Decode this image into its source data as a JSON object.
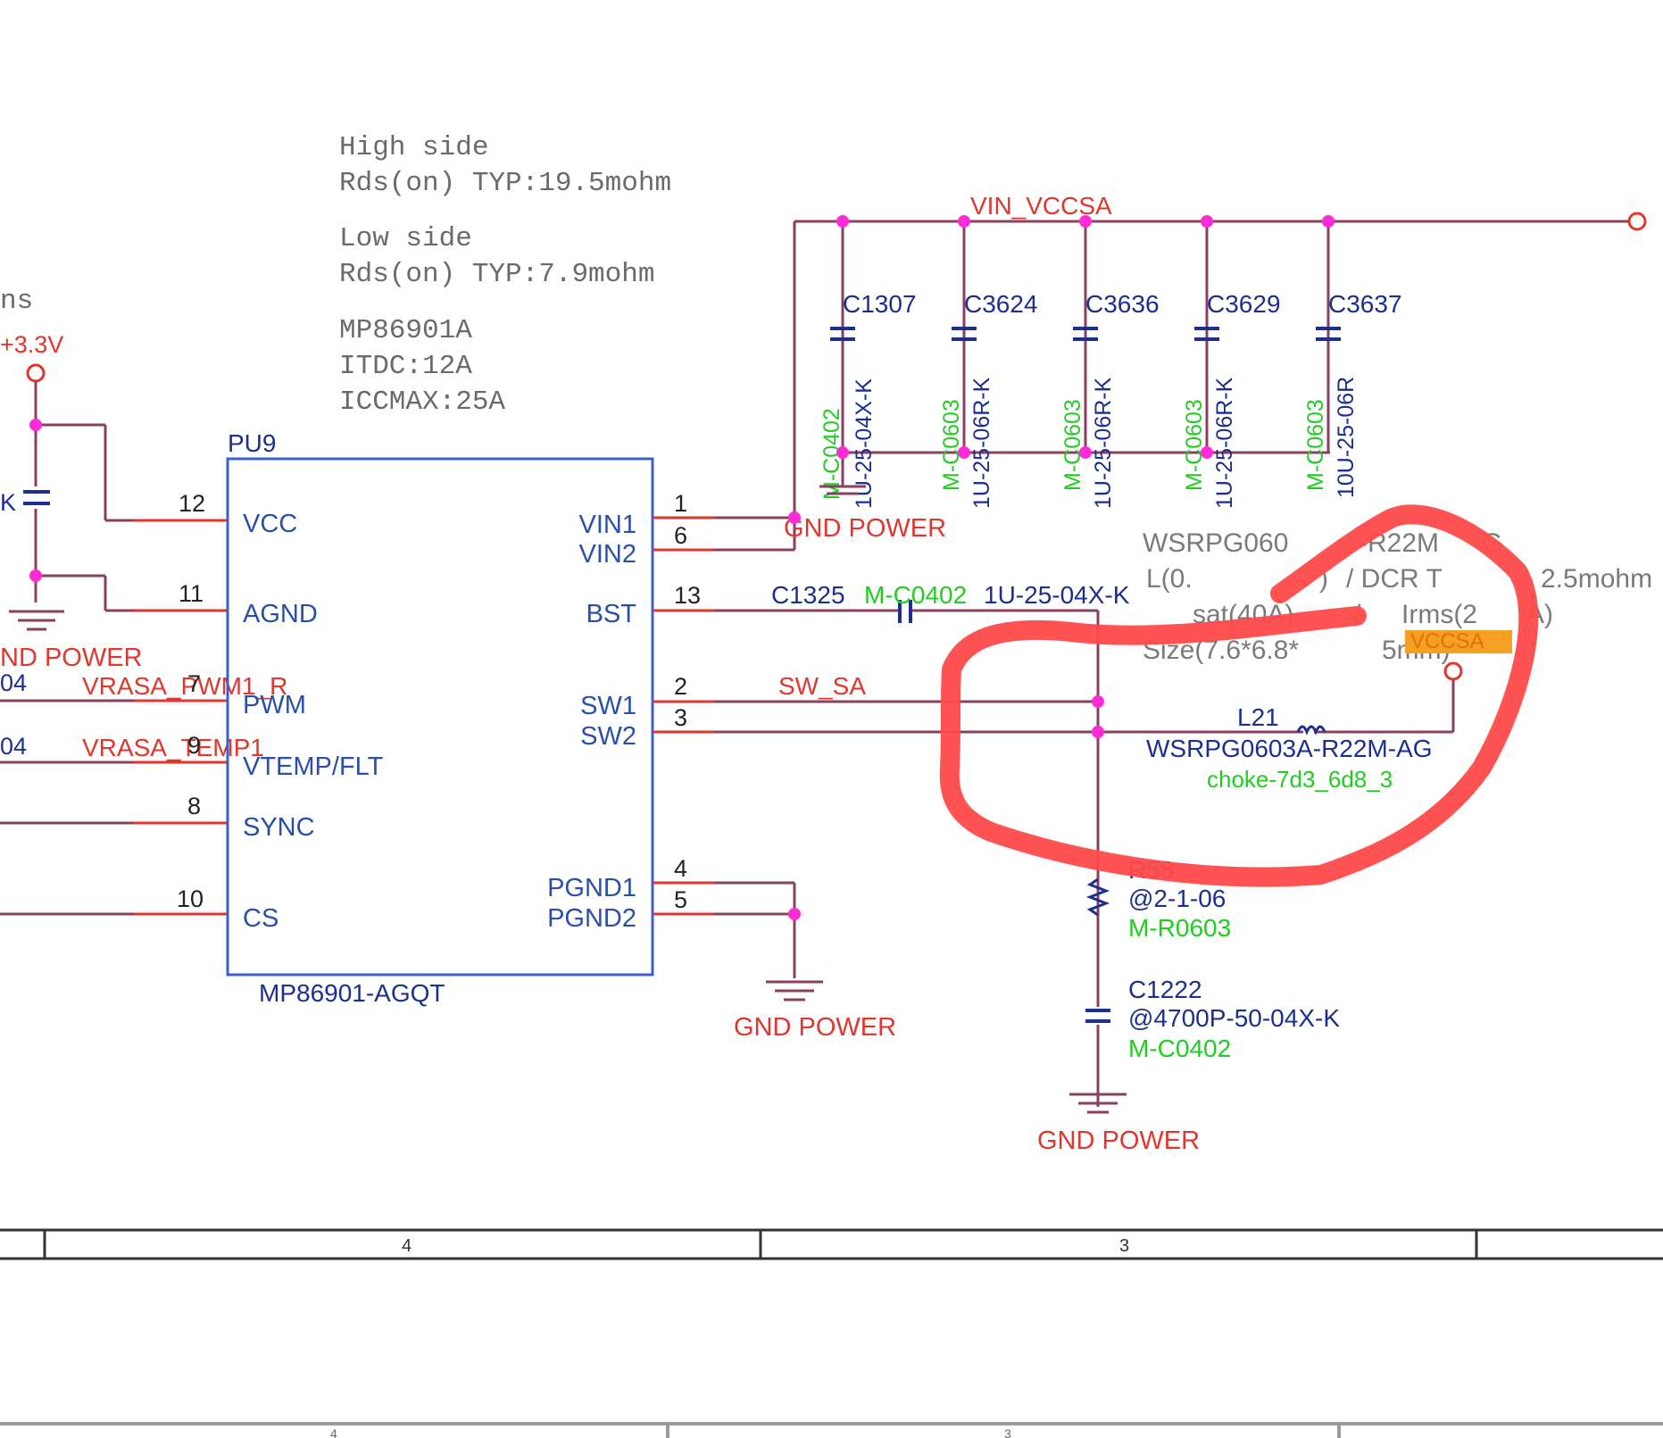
{
  "notes": {
    "lines": [
      "High side",
      "Rds(on) TYP:19.5mohm",
      "Low side",
      "Rds(on) TYP:7.9mohm",
      "MP86901A",
      "ITDC:12A",
      "ICCMAX:25A"
    ]
  },
  "inductor_notes": {
    "lines": [
      "WSRPG060",
      "-R22M",
      "G",
      "L(0.",
      ")",
      "/ DCR T",
      "2.5mohm",
      "sat(40A)",
      "/",
      "Irms(2",
      "A)",
      "Size(7.6*6.8*",
      "5mm)"
    ],
    "highlight": "VCCSA"
  },
  "ic": {
    "refdes": "PU9",
    "part": "MP86901-AGQT",
    "left_pins": [
      {
        "num": "12",
        "name": "VCC"
      },
      {
        "num": "11",
        "name": "AGND"
      },
      {
        "num": "7",
        "name": "PWM"
      },
      {
        "num": "9",
        "name": "VTEMP/FLT"
      },
      {
        "num": "8",
        "name": "SYNC"
      },
      {
        "num": "10",
        "name": "CS"
      }
    ],
    "right_pins": [
      {
        "num": "1",
        "name": "VIN1"
      },
      {
        "num": "6",
        "name": "VIN2"
      },
      {
        "num": "13",
        "name": "BST"
      },
      {
        "num": "2",
        "name": "SW1"
      },
      {
        "num": "3",
        "name": "SW2"
      },
      {
        "num": "4",
        "name": "PGND1"
      },
      {
        "num": "5",
        "name": "PGND2"
      }
    ]
  },
  "nets": {
    "vin": "VIN_VCCSA",
    "sw": "SW_SA",
    "pwm": "VRASA_PWM1_R",
    "temp": "VRASA_TEMP1",
    "rail_3v3": "+3.3V",
    "gnd_power": "GND POWER",
    "gnd_power_left": "ND POWER",
    "gnd_power_vin": "GND POWER",
    "left_partial_a": "ns",
    "left_partial_b": "04",
    "left_partial_c": "04",
    "left_partial_d": "K"
  },
  "caps_bank": [
    {
      "refdes": "C1307",
      "value": "1U-25-04X-K",
      "footprint": "M-C0402"
    },
    {
      "refdes": "C3624",
      "value": "1U-25-06R-K",
      "footprint": "M-C0603"
    },
    {
      "refdes": "C3636",
      "value": "1U-25-06R-K",
      "footprint": "M-C0603"
    },
    {
      "refdes": "C3629",
      "value": "1U-25-06R-K",
      "footprint": "M-C0603"
    },
    {
      "refdes": "C3637",
      "value": "10U-25-06R",
      "footprint": "M-C0603"
    }
  ],
  "bst_cap": {
    "refdes": "C1325",
    "footprint": "M-C0402",
    "value": "1U-25-04X-K"
  },
  "inductor": {
    "refdes": "L21",
    "part": "WSRPG0603A-R22M-AG",
    "footprint": "choke-7d3_6d8_3"
  },
  "resistor": {
    "refdes": "R58",
    "value": "@2-1-06",
    "footprint": "M-R0603"
  },
  "snubber_cap": {
    "refdes": "C1222",
    "value": "@4700P-50-04X-K",
    "footprint": "M-C0402"
  },
  "frame": {
    "col_a": "4",
    "col_b": "3",
    "col_c": "4",
    "col_d": "3"
  },
  "colors": {
    "wire": "#8a3f5f",
    "net_label": "#e0362c",
    "refdes": "#1c2f8f",
    "footprint": "#22cc22",
    "junction": "#ff2bd6",
    "ic_border": "#3a5fd0",
    "pin_name": "#2a4fa8",
    "annotation": "#ff4a4a",
    "highlight": "#f5a020",
    "note_text": "#6a6a6a"
  }
}
